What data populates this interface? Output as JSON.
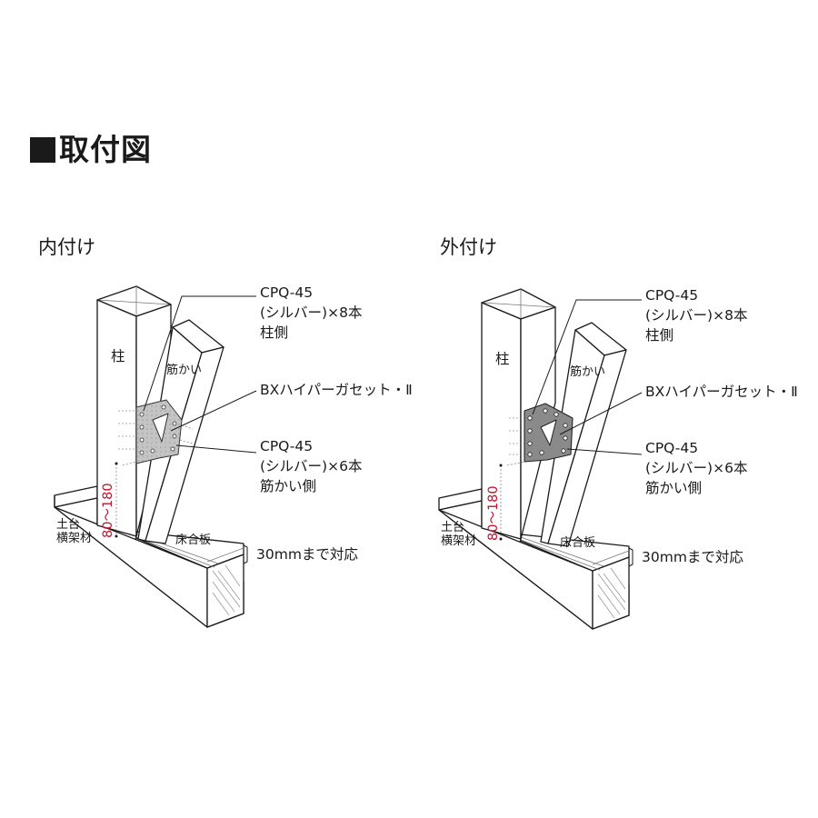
{
  "title": "■取付図",
  "title_text": "取付図",
  "inner": {
    "heading": "内付け",
    "post_label": "柱",
    "brace_label": "筋かい",
    "sill_label": [
      "土台",
      "横架材"
    ],
    "floor_label": "床合板",
    "dimension": "80～180",
    "screw_post": [
      "CPQ-45",
      "(シルバー)×8本",
      "柱側"
    ],
    "gusset": "BXハイパーガセット・Ⅱ",
    "screw_brace": [
      "CPQ-45",
      "(シルバー)×6本",
      "筋かい側"
    ],
    "floor_note": "30mmまで対応"
  },
  "outer": {
    "heading": "外付け",
    "post_label": "柱",
    "brace_label": "筋かい",
    "sill_label": [
      "土台",
      "横架材"
    ],
    "floor_label": "床合板",
    "dimension": "80～180",
    "screw_post": [
      "CPQ-45",
      "(シルバー)×8本",
      "柱側"
    ],
    "gusset": "BXハイパーガセット・Ⅱ",
    "screw_brace": [
      "CPQ-45",
      "(シルバー)×6本",
      "筋かい側"
    ],
    "floor_note": "30mmまで対応"
  },
  "colors": {
    "line": "#1a1a1a",
    "dimension": "#c8102e",
    "plate": "#bdbdbd",
    "plate_outer": "#7a7a7a"
  }
}
